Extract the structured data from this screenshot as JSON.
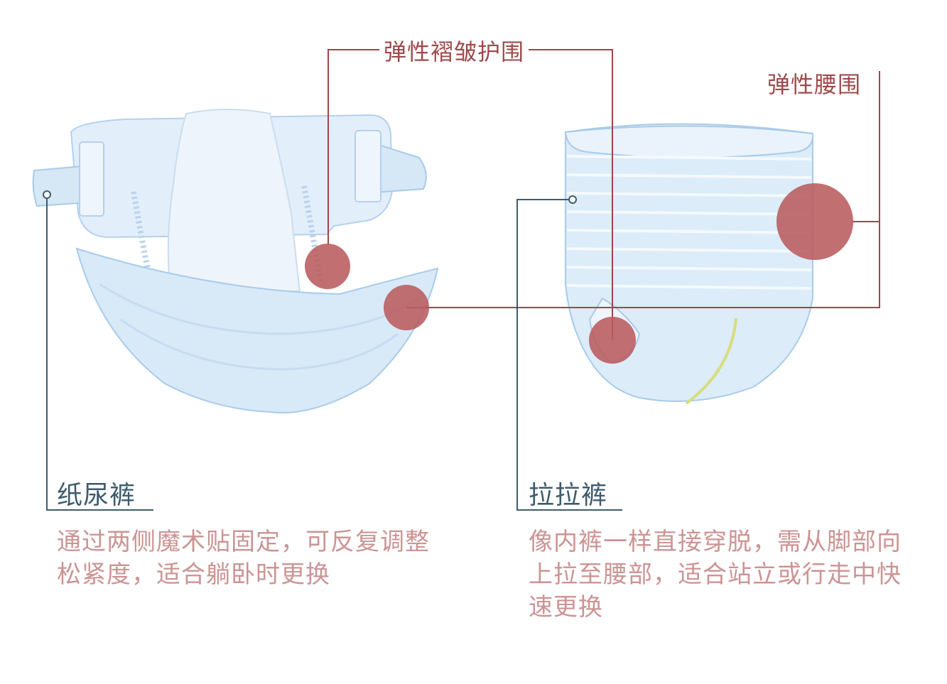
{
  "callouts": {
    "elastic_leak_guard": "弹性褶皱护围",
    "elastic_waistband": "弹性腰围"
  },
  "products": [
    {
      "title": "纸尿裤",
      "description": "通过两侧魔术贴固定，可反复调整松紧度，适合躺卧时更换"
    },
    {
      "title": "拉拉裤",
      "description": "像内裤一样直接穿脱，需从脚部向上拉至腰部，适合站立或行走中快速更换"
    }
  ],
  "colors": {
    "marker": "#b95b5d",
    "callout_line": "#a0464a",
    "left_line": "#3f5c6b",
    "title_text": "#3e5b6c",
    "desc_text": "#cc9494",
    "diaper_fill": "#dcecf9",
    "diaper_stroke": "#a9cbe9"
  }
}
